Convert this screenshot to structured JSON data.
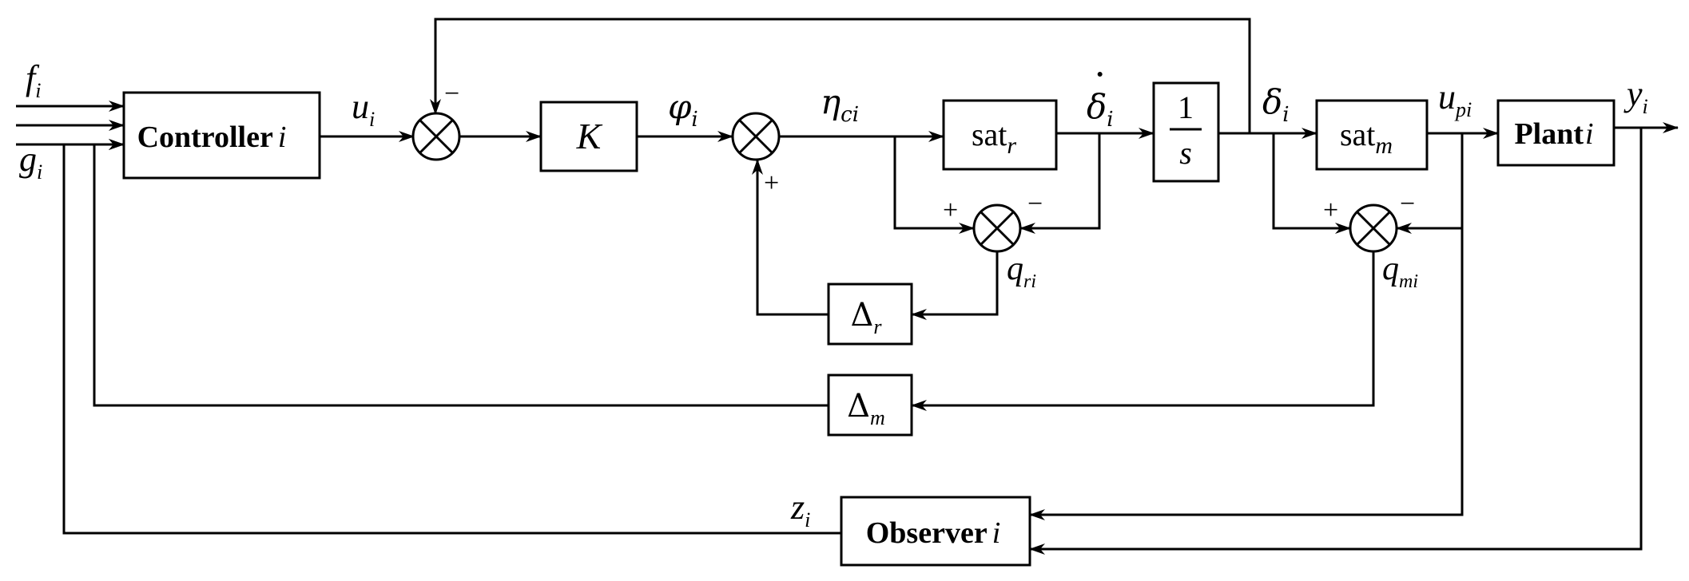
{
  "colors": {
    "stroke": "#000000",
    "background": "#ffffff"
  },
  "blocks": {
    "controller": {
      "label": "Controller",
      "index": "i"
    },
    "gain": {
      "label": "K"
    },
    "sat_r": {
      "label": "sat",
      "sub": "r"
    },
    "integrator": {
      "num": "1",
      "den": "s"
    },
    "sat_m": {
      "label": "sat",
      "sub": "m"
    },
    "plant": {
      "label": "Plant",
      "index": "i"
    },
    "delta_r": {
      "label": "Δ",
      "sub": "r"
    },
    "delta_m": {
      "label": "Δ",
      "sub": "m"
    },
    "observer": {
      "label": "Observer",
      "index": "i"
    }
  },
  "signals": {
    "f": {
      "main": "f",
      "sub": "i"
    },
    "g": {
      "main": "g",
      "sub": "i"
    },
    "u": {
      "main": "u",
      "sub": "i"
    },
    "phi": {
      "main": "φ",
      "sub": "i"
    },
    "eta": {
      "main": "η",
      "sub": "ci"
    },
    "delta_dot": {
      "main": "δ",
      "dot": "˙",
      "sub": "i"
    },
    "delta": {
      "main": "δ",
      "sub": "i"
    },
    "up": {
      "main": "u",
      "sub": "pi"
    },
    "y": {
      "main": "y",
      "sub": "i"
    },
    "qr": {
      "main": "q",
      "sub": "ri"
    },
    "qm": {
      "main": "q",
      "sub": "mi"
    },
    "z": {
      "main": "z",
      "sub": "i"
    }
  },
  "signs": {
    "sj1_top": "−",
    "sj2_bottom": "+",
    "sj3_left": "+",
    "sj3_right": "−",
    "sj4_left": "+",
    "sj4_right": "−"
  }
}
